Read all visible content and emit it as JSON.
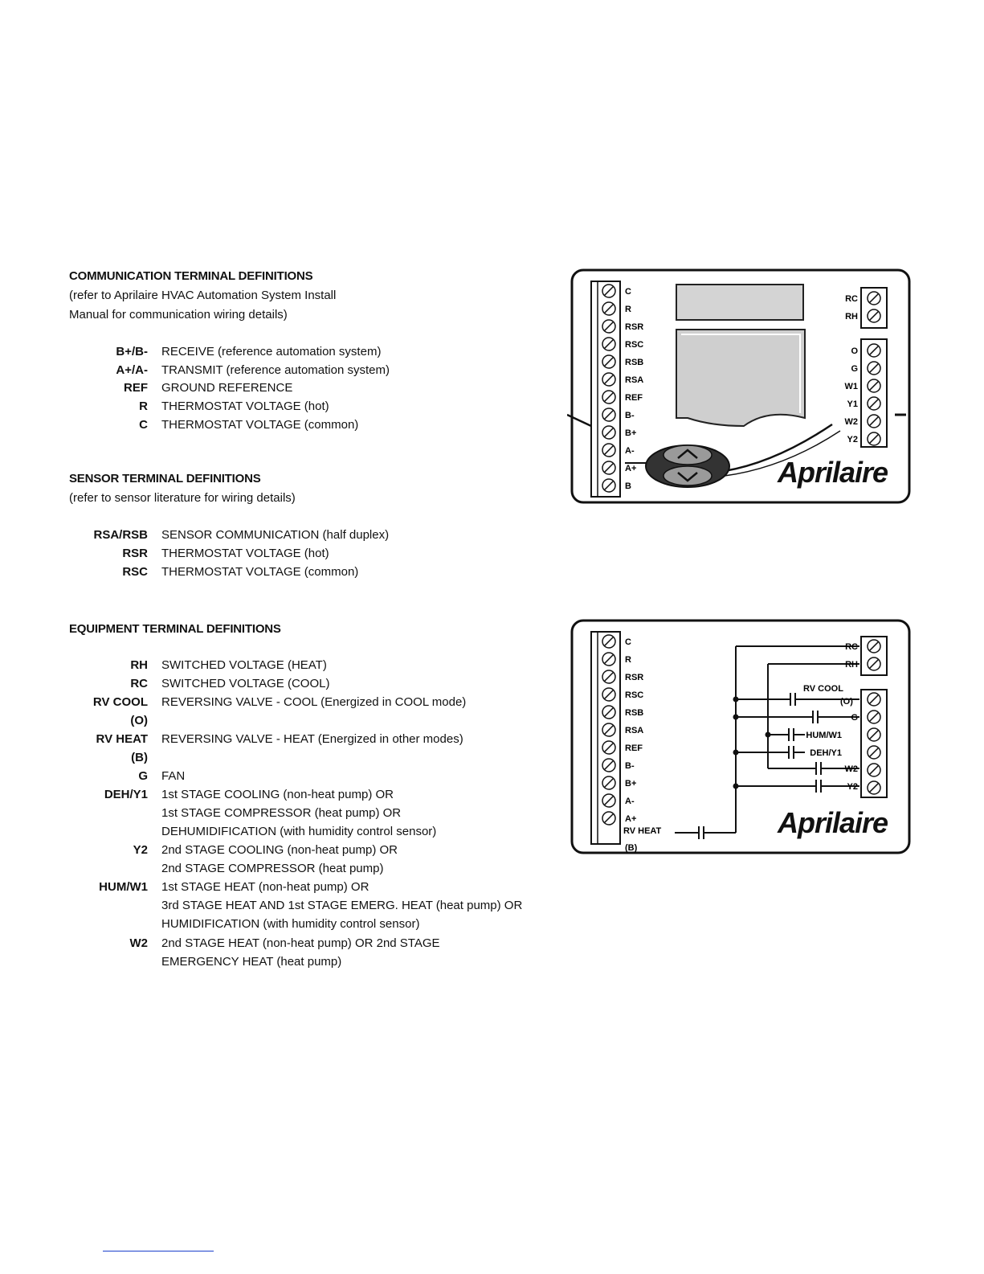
{
  "communication": {
    "title": "COMMUNICATION TERMINAL DEFINITIONS",
    "note_line1": "(refer to Aprilaire HVAC Automation System Install",
    "note_line2": "Manual for communication wiring details)",
    "rows": [
      {
        "term": "B+/B-",
        "desc": "RECEIVE (reference automation system)"
      },
      {
        "term": "A+/A-",
        "desc": "TRANSMIT (reference automation system)"
      },
      {
        "term": "REF",
        "desc": "GROUND REFERENCE"
      },
      {
        "term": "R",
        "desc": "THERMOSTAT VOLTAGE (hot)"
      },
      {
        "term": "C",
        "desc": "THERMOSTAT VOLTAGE (common)"
      }
    ]
  },
  "sensor": {
    "title": "SENSOR TERMINAL DEFINITIONS",
    "note": "(refer to sensor literature for wiring details)",
    "rows": [
      {
        "term": "RSA/RSB",
        "desc": "SENSOR COMMUNICATION (half duplex)"
      },
      {
        "term": "RSR",
        "desc": "THERMOSTAT VOLTAGE (hot)"
      },
      {
        "term": "RSC",
        "desc": "THERMOSTAT VOLTAGE (common)"
      }
    ]
  },
  "equipment": {
    "title": "EQUIPMENT TERMINAL DEFINITIONS",
    "rows": [
      {
        "term": "RH",
        "desc": "SWITCHED VOLTAGE (HEAT)"
      },
      {
        "term": "RC",
        "desc": "SWITCHED VOLTAGE (COOL)"
      },
      {
        "term": "RV COOL\n(O)",
        "desc": "REVERSING VALVE - COOL (Energized in COOL mode)"
      },
      {
        "term": "RV HEAT\n(B)",
        "desc": "REVERSING VALVE - HEAT (Energized in other modes)"
      },
      {
        "term": "G",
        "desc": "FAN"
      },
      {
        "term": "DEH/Y1",
        "desc": "1st STAGE COOLING (non-heat pump) OR\n1st STAGE COMPRESSOR (heat pump) OR\nDEHUMIDIFICATION (with humidity control sensor)"
      },
      {
        "term": "Y2",
        "desc": "2nd STAGE COOLING (non-heat pump) OR\n2nd STAGE COMPRESSOR (heat pump)"
      },
      {
        "term": "HUM/W1",
        "desc": "1st STAGE HEAT (non-heat pump) OR\n3rd STAGE HEAT AND 1st STAGE EMERG. HEAT (heat pump) OR\nHUMIDIFICATION (with humidity control sensor)"
      },
      {
        "term": "W2",
        "desc": "2nd STAGE HEAT (non-heat pump) OR 2nd STAGE\nEMERGENCY HEAT (heat pump)"
      }
    ]
  },
  "diagram1": {
    "left_terminals": [
      "C",
      "R",
      "RSR",
      "RSC",
      "RSB",
      "RSA",
      "REF",
      "B-",
      "B+",
      "A-",
      "A+",
      "B"
    ],
    "right_top_terminals": [
      "RC",
      "RH"
    ],
    "right_bottom_terminals": [
      "O",
      "G",
      "W1",
      "Y1",
      "W2",
      "Y2"
    ],
    "logo": "Aprilaire"
  },
  "diagram2": {
    "left_terminals": [
      "C",
      "R",
      "RSR",
      "RSC",
      "RSB",
      "RSA",
      "REF",
      "B-",
      "B+",
      "A-",
      "A+"
    ],
    "rv_heat_label": "RV HEAT",
    "rv_heat_sub": "(B)",
    "right_top_terminals": [
      "RC",
      "RH"
    ],
    "rv_cool_label": "RV COOL",
    "rv_cool_sub": "(O)",
    "right_bottom_terminals": [
      "G",
      "HUM/W1",
      "DEH/Y1",
      "W2",
      "Y2"
    ],
    "logo": "Aprilaire"
  }
}
